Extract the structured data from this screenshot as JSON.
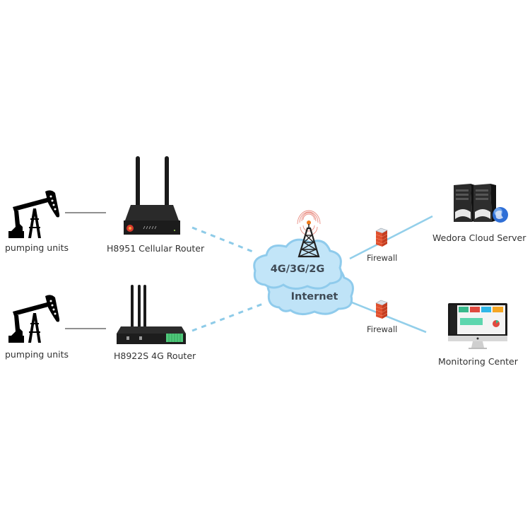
{
  "diagram": {
    "type": "network-topology",
    "nodes": {
      "pumping_unit_1": {
        "label": "pumping units"
      },
      "pumping_unit_2": {
        "label": "pumping units"
      },
      "router_1": {
        "label": "H8951 Cellular Router"
      },
      "router_2": {
        "label": "H8922S 4G Router"
      },
      "cloud_cellular": {
        "label": "4G/3G/2G"
      },
      "cloud_internet": {
        "label": "Internet"
      },
      "firewall_1": {
        "label": "Firewall"
      },
      "firewall_2": {
        "label": "Firewall"
      },
      "cloud_server": {
        "label": "Wedora Cloud Server"
      },
      "monitoring_center": {
        "label": "Monitoring Center"
      }
    },
    "connections": [
      {
        "from": "pumping_unit_1",
        "to": "router_1",
        "style": "solid",
        "color": "#6b6b6b"
      },
      {
        "from": "pumping_unit_2",
        "to": "router_2",
        "style": "solid",
        "color": "#6b6b6b"
      },
      {
        "from": "router_1",
        "to": "cloud_cellular",
        "style": "dashed",
        "color": "#8ecbe8"
      },
      {
        "from": "router_2",
        "to": "cloud_internet",
        "style": "dashed",
        "color": "#8ecbe8"
      },
      {
        "from": "cloud_cellular",
        "to": "cloud_server",
        "via": "firewall_1",
        "style": "solid",
        "color": "#8ecbe8"
      },
      {
        "from": "cloud_internet",
        "to": "monitoring_center",
        "via": "firewall_2",
        "style": "solid",
        "color": "#8ecbe8"
      }
    ],
    "colors": {
      "cloud_fill": "#bfe3f7",
      "cloud_edge": "#8fcbec",
      "link_blue": "#8ecbe8",
      "firewall_brick": "#e0502e",
      "router_body": "#1e1e1e",
      "terminal_green": "#4fc77a"
    }
  }
}
